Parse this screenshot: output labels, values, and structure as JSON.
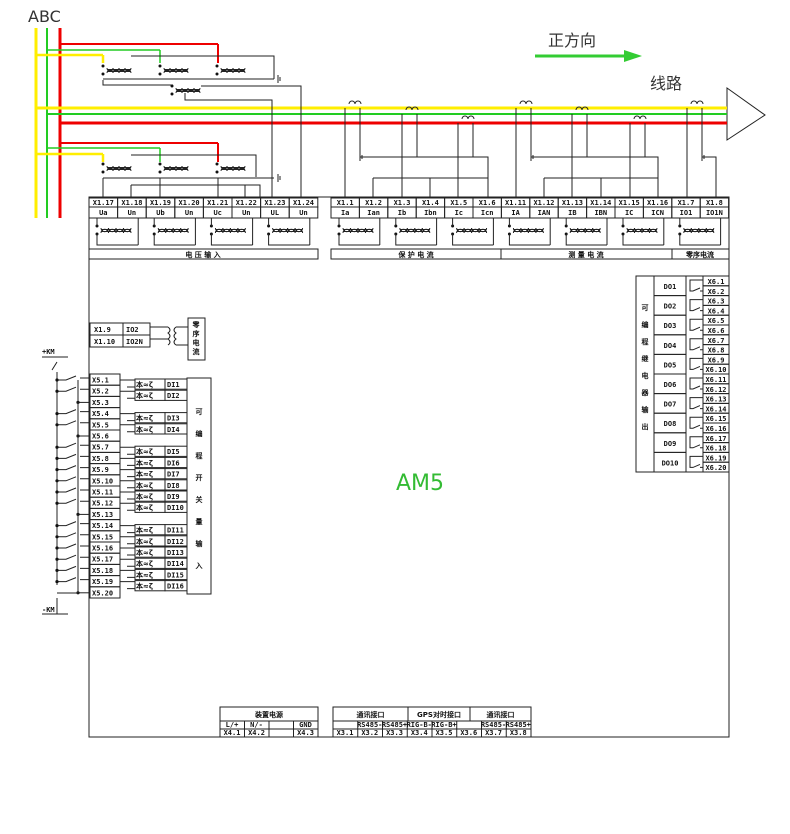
{
  "header": {
    "phases": "ABC",
    "direction": "正方向",
    "line": "线路"
  },
  "device": {
    "name": "AM5",
    "name_color": "#33bb33"
  },
  "colors": {
    "phase_a": "#ffee00",
    "phase_b": "#22cc22",
    "phase_c": "#ee0000",
    "arrow": "#33cc33"
  },
  "voltage_terminals": [
    {
      "id": "X1.17",
      "sig": "Ua"
    },
    {
      "id": "X1.18",
      "sig": "Un"
    },
    {
      "id": "X1.19",
      "sig": "Ub"
    },
    {
      "id": "X1.20",
      "sig": "Un"
    },
    {
      "id": "X1.21",
      "sig": "Uc"
    },
    {
      "id": "X1.22",
      "sig": "Un"
    },
    {
      "id": "X1.23",
      "sig": "UL"
    },
    {
      "id": "X1.24",
      "sig": "Un"
    }
  ],
  "current_terminals": [
    {
      "id": "X1.1",
      "sig": "Ia"
    },
    {
      "id": "X1.2",
      "sig": "Ian"
    },
    {
      "id": "X1.3",
      "sig": "Ib"
    },
    {
      "id": "X1.4",
      "sig": "Ibn"
    },
    {
      "id": "X1.5",
      "sig": "Ic"
    },
    {
      "id": "X1.6",
      "sig": "Icn"
    },
    {
      "id": "X1.11",
      "sig": "IA"
    },
    {
      "id": "X1.12",
      "sig": "IAN"
    },
    {
      "id": "X1.13",
      "sig": "IB"
    },
    {
      "id": "X1.14",
      "sig": "IBN"
    },
    {
      "id": "X1.15",
      "sig": "IC"
    },
    {
      "id": "X1.16",
      "sig": "ICN"
    },
    {
      "id": "X1.7",
      "sig": "IO1"
    },
    {
      "id": "X1.8",
      "sig": "IO1N"
    }
  ],
  "group_labels": {
    "voltage": "电 压 输 入",
    "protection": "保 护 电 流",
    "measure": "测 量 电 流",
    "zero": "零序电流"
  },
  "zero_seq2": {
    "rows": [
      {
        "id": "X1.9",
        "sig": "IO2"
      },
      {
        "id": "X1.10",
        "sig": "IO2N"
      }
    ],
    "label": [
      "零",
      "序",
      "电",
      "流"
    ]
  },
  "di": {
    "pos": "+KM",
    "neg": "-KM",
    "terminals": [
      "X5.1",
      "X5.2",
      "X5.3",
      "X5.4",
      "X5.5",
      "X5.6",
      "X5.7",
      "X5.8",
      "X5.9",
      "X5.10",
      "X5.11",
      "X5.12",
      "X5.13",
      "X5.14",
      "X5.15",
      "X5.16",
      "X5.17",
      "X5.18",
      "X5.19",
      "X5.20"
    ],
    "inputs": [
      "DI1",
      "DI2",
      "DI3",
      "DI4",
      "DI5",
      "DI6",
      "DI7",
      "DI8",
      "DI9",
      "DI10",
      "DI11",
      "DI12",
      "DI13",
      "DI14",
      "DI15",
      "DI16"
    ],
    "opto": "本≈ζ",
    "label": [
      "可",
      "编",
      "程",
      "开",
      "关",
      "量",
      "输",
      "入"
    ]
  },
  "do": {
    "label": [
      "可",
      "编",
      "程",
      "继",
      "电",
      "器",
      "输",
      "出"
    ],
    "outputs": [
      {
        "name": "DO1",
        "a": "X6.1",
        "b": "X6.2"
      },
      {
        "name": "DO2",
        "a": "X6.3",
        "b": "X6.4"
      },
      {
        "name": "DO3",
        "a": "X6.5",
        "b": "X6.6"
      },
      {
        "name": "DO4",
        "a": "X6.7",
        "b": "X6.8"
      },
      {
        "name": "DO5",
        "a": "X6.9",
        "b": "X6.10"
      },
      {
        "name": "DO6",
        "a": "X6.11",
        "b": "X6.12"
      },
      {
        "name": "DO7",
        "a": "X6.13",
        "b": "X6.14"
      },
      {
        "name": "DO8",
        "a": "X6.15",
        "b": "X6.16"
      },
      {
        "name": "DO9",
        "a": "X6.17",
        "b": "X6.18"
      },
      {
        "name": "DO10",
        "a": "X6.19",
        "b": "X6.20"
      }
    ]
  },
  "power": {
    "title": "装置电源",
    "signals": [
      "L/+",
      "N/-",
      "",
      "GND"
    ],
    "terminals": [
      "X4.1",
      "X4.2",
      "",
      "X4.3"
    ]
  },
  "comm": {
    "groups": [
      "通讯接口",
      "GPS对时接口",
      "通讯接口"
    ],
    "signals": [
      "",
      "RS485-",
      "RS485+",
      "RIG-B-",
      "RIG-B+",
      "",
      "RS485-",
      "RS485+"
    ],
    "terminals": [
      "X3.1",
      "X3.2",
      "X3.3",
      "X3.4",
      "X3.5",
      "X3.6",
      "X3.7",
      "X3.8"
    ]
  }
}
